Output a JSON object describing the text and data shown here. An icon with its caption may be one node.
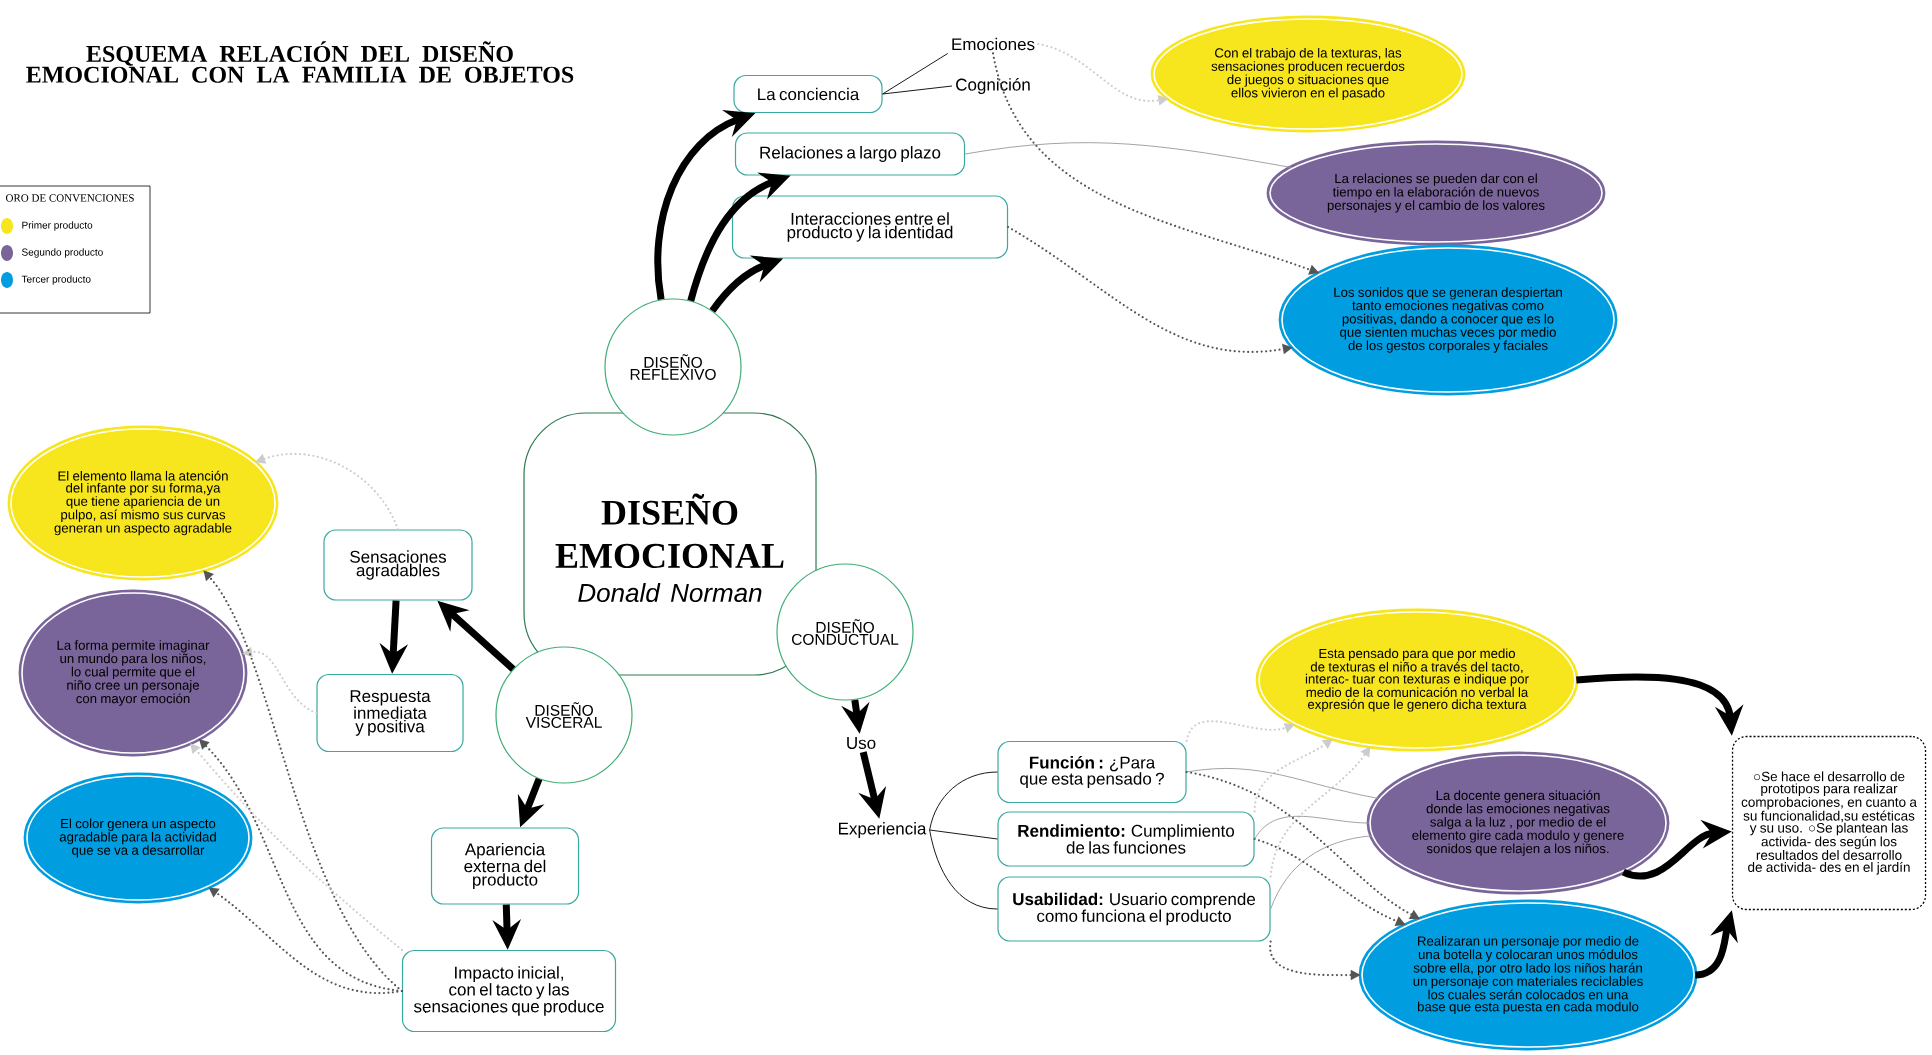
{
  "diagram": {
    "title": "ESQUEMA RELACIÓN DEL DISEÑO EMOCIONAL CON LA FAMILIA DE OBJETOS",
    "nodes": [
      {
        "text": [
          "DISEÑO EMOCIONAL",
          "Donald Norman"
        ]
      },
      {
        "text": [
          "DISEÑO REFLEXIVO"
        ]
      },
      {
        "text": [
          "DISEÑO VISCERAL"
        ]
      },
      {
        "text": [
          "DISEÑO CONDUCTUAL"
        ]
      },
      {
        "text": [
          "La conciencia"
        ]
      },
      {
        "text": [
          "Relaciones a largo plazo"
        ]
      },
      {
        "text": [
          "Interacciones entre el producto y la identidad"
        ]
      },
      {
        "text": [
          "Emociones"
        ]
      },
      {
        "text": [
          "Cognición"
        ]
      },
      {
        "text": [
          "Con el trabajo de la texturas, las sensaciones producen recuerdos de juegos o situaciones que ellos vivieron en el pasado"
        ]
      },
      {
        "text": [
          "La relaciones se pueden dar con el tiempo en la elaboración de nuevos personajes y el cambio de los valores"
        ]
      },
      {
        "text": [
          "Los sonidos que se generan despiertan tanto emociones negativas como positivas, dando a conocer que es lo que sienten muchas veces por medio de los gestos corporales y faciales"
        ]
      },
      {
        "text": [
          "Sensaciones agradables"
        ]
      },
      {
        "text": [
          "Respuesta inmediata y positiva"
        ]
      },
      {
        "text": [
          "Apariencia externa del producto"
        ]
      },
      {
        "text": [
          "Impacto inicial, con el tacto y las sensaciones que produce"
        ]
      },
      {
        "text": [
          "El elemento llama la atención del infante por su forma,ya que tiene apariencia de un pulpo, así mismo sus curvas generan un aspecto agradable"
        ]
      },
      {
        "text": [
          "La forma permite imaginar un mundo para los niños, lo cual permite que el niño cree un personaje con mayor emoción"
        ]
      },
      {
        "text": [
          "El color genera un aspecto agradable para la actividad que se va a desarrollar"
        ]
      },
      {
        "text": [
          "Uso"
        ]
      },
      {
        "text": [
          "Experiencia"
        ]
      },
      {
        "text": [
          "**Función :** ¿Para que esta pensado ?"
        ]
      },
      {
        "text": [
          "**Rendimiento:** Cumplimiento de las funciones"
        ]
      },
      {
        "text": [
          "**Usabilidad:** Usuario comprende como funciona el producto"
        ]
      },
      {
        "text": [
          "Esta pensado para que por medio de texturas el niño  a través del tacto, interac- tuar con texturas e indique por medio de la comunicación no verbal la expresión que le genero dicha textura"
        ]
      },
      {
        "text": [
          "La docente genera situación donde las emociones negativas salga a la luz , por medio de el elemento gire cada modulo y genere sonidos que relajen a los niños."
        ]
      },
      {
        "text": [
          "Realizaran un personaje por medio de una botella y colocaran unos módulos sobre ella, por otro lado los niños harán un personaje con materiales reciclables los cuales serán colocados en una base que esta puesta en cada modulo"
        ]
      },
      {
        "text": [
          "○Se hace el desarrollo de prototipos para realizar comprobaciones, en cuanto a su funcionalidad,su estéticas y su uso. ○Se plantean las activida- des según los resultados del desarrollo de activida- des en el jardín"
        ]
      }
    ],
    "edges": [
      {
        "from": 1,
        "to": 4,
        "arrow": "to",
        "style": "thick"
      },
      {
        "from": 1,
        "to": 5,
        "arrow": "to",
        "style": "thick"
      },
      {
        "from": 1,
        "to": 6,
        "arrow": "to",
        "style": "thick"
      },
      {
        "from": 4,
        "to": 7,
        "arrow": "none"
      },
      {
        "from": 4,
        "to": 8,
        "arrow": "none"
      },
      {
        "from": 7,
        "to": 9,
        "arrow": "to",
        "style": "dashed",
        "color": "#cccccc"
      },
      {
        "from": 7,
        "to": 11,
        "arrow": "to",
        "style": "dashed",
        "color": "#555555"
      },
      {
        "from": 5,
        "to": 10,
        "arrow": "none",
        "color": "#999999"
      },
      {
        "from": 6,
        "to": 11,
        "arrow": "to",
        "style": "dashed",
        "color": "#555555"
      },
      {
        "from": 2,
        "to": 12,
        "arrow": "to",
        "style": "thick"
      },
      {
        "from": 12,
        "to": 13,
        "arrow": "to",
        "style": "thick"
      },
      {
        "from": 2,
        "to": 14,
        "arrow": "to",
        "style": "thick"
      },
      {
        "from": 14,
        "to": 15,
        "arrow": "to",
        "style": "thick"
      },
      {
        "from": 12,
        "to": 16,
        "arrow": "to",
        "style": "dashed",
        "color": "#cccccc"
      },
      {
        "from": 13,
        "to": 17,
        "arrow": "to",
        "style": "dashed",
        "color": "#cccccc"
      },
      {
        "from": 15,
        "to": 16,
        "arrow": "to",
        "style": "dashed",
        "color": "#555555"
      },
      {
        "from": 15,
        "to": 17,
        "arrow": "to",
        "style": "dashed",
        "color": "#555555"
      },
      {
        "from": 15,
        "to": 18,
        "arrow": "to",
        "style": "dashed",
        "color": "#555555"
      },
      {
        "from": 15,
        "to": 17,
        "arrow": "to",
        "style": "dashed",
        "color": "#cccccc"
      },
      {
        "from": 3,
        "to": 19,
        "arrow": "to",
        "style": "thick"
      },
      {
        "from": 19,
        "to": 20,
        "arrow": "to",
        "style": "thick"
      },
      {
        "from": 20,
        "to": 21,
        "arrow": "none"
      },
      {
        "from": 20,
        "to": 22,
        "arrow": "none"
      },
      {
        "from": 20,
        "to": 23,
        "arrow": "none"
      },
      {
        "from": 21,
        "to": 24,
        "arrow": "to",
        "style": "dashed",
        "color": "#cccccc"
      },
      {
        "from": 22,
        "to": 24,
        "arrow": "to",
        "style": "dashed",
        "color": "#cccccc"
      },
      {
        "from": 23,
        "to": 24,
        "arrow": "to",
        "style": "dashed",
        "color": "#cccccc"
      },
      {
        "from": 21,
        "to": 25,
        "arrow": "none",
        "color": "#999999"
      },
      {
        "from": 22,
        "to": 25,
        "arrow": "none",
        "color": "#999999"
      },
      {
        "from": 23,
        "to": 25,
        "arrow": "none",
        "color": "#999999"
      },
      {
        "from": 21,
        "to": 26,
        "arrow": "to",
        "style": "dashed",
        "color": "#555555"
      },
      {
        "from": 22,
        "to": 26,
        "arrow": "to",
        "style": "dashed",
        "color": "#555555"
      },
      {
        "from": 23,
        "to": 26,
        "arrow": "to",
        "style": "dashed",
        "color": "#555555"
      },
      {
        "from": 24,
        "to": 27,
        "arrow": "to",
        "style": "thick"
      },
      {
        "from": 25,
        "to": 27,
        "arrow": "to",
        "style": "thick"
      },
      {
        "from": 26,
        "to": 27,
        "arrow": "to",
        "style": "thick"
      }
    ],
    "labels": [
      "ORO DE CONVENCIONES"
    ],
    "legend": [
      {
        "text": "Primer producto",
        "color": "#f7e51d"
      },
      {
        "text": "Segundo producto",
        "color": "#7a659a"
      },
      {
        "text": "Tercer producto",
        "color": "#009ee0"
      }
    ]
  }
}
